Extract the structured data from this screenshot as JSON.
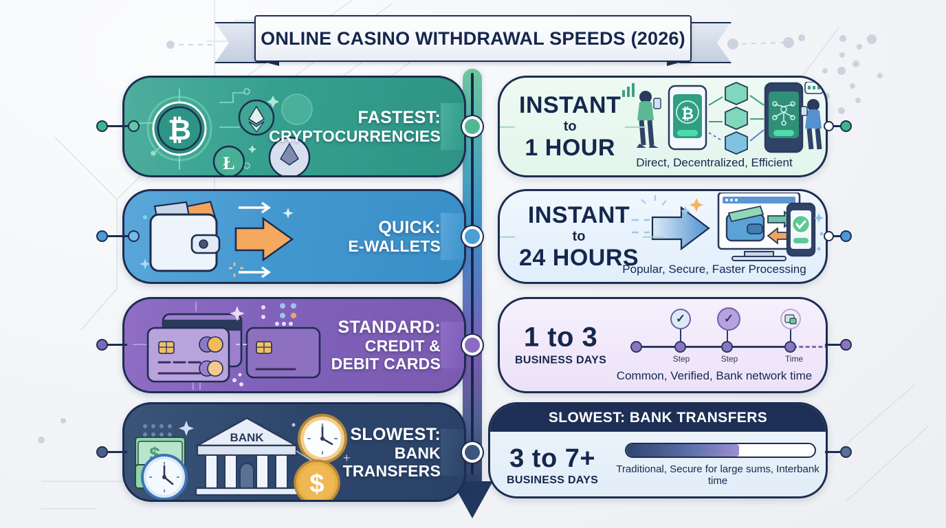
{
  "title": "ONLINE CASINO WITHDRAWAL SPEEDS (2026)",
  "colors": {
    "row1": "#2e9485",
    "row1_light": "#4fae9e",
    "row2": "#3a8fc8",
    "row2_light": "#5ba7da",
    "row3": "#7b5bb0",
    "row3_light": "#8f6ec4",
    "row4": "#2a4168",
    "row4_light": "#3a5578",
    "ink": "#16274d",
    "card1": "#e3f5ec",
    "card2": "#e5f0fb",
    "card3": "#efe7f8",
    "card4": "#e6f0f8"
  },
  "rows": [
    {
      "rank": "FASTEST:",
      "method": "CRYPTOCURRENCIES",
      "method_line2": "",
      "duration_big": "INSTANT",
      "duration_join": "to",
      "duration_sub": "1 HOUR",
      "caption": "Direct, Decentralized, Efficient",
      "icons": [
        "bitcoin-icon",
        "ethereum-icon",
        "litecoin-icon",
        "coin-icon"
      ],
      "right_icons": [
        "person-icon",
        "smartphone-bitcoin-icon",
        "blockchain-cube-icon",
        "smartphone-network-icon",
        "person-chat-icon"
      ]
    },
    {
      "rank": "QUICK:",
      "method": "E-WALLETS",
      "method_line2": "",
      "duration_big": "INSTANT",
      "duration_join": "to",
      "duration_sub": "24 HOURS",
      "caption": "Popular, Secure, Faster Processing",
      "icons": [
        "wallet-icon",
        "orange-arrow-icon"
      ],
      "right_icons": [
        "blue-arrow-icon",
        "desktop-monitor-icon",
        "wallet-icon",
        "smartphone-check-icon"
      ]
    },
    {
      "rank": "STANDARD:",
      "method": "CREDIT &",
      "method_line2": "DEBIT CARDS",
      "duration_big": "1 to 3",
      "duration_join": "",
      "duration_sub": "BUSINESS DAYS",
      "caption": "Common, Verified, Bank network time",
      "icons": [
        "credit-card-icon",
        "debit-card-icon",
        "chip-icon"
      ],
      "right_icons": [
        "check-circle-icon",
        "check-circle-filled-icon",
        "bank-transfer-icon"
      ],
      "timeline_labels": [
        "Step",
        "Step",
        "Time"
      ]
    },
    {
      "rank": "SLOWEST:",
      "method": "BANK",
      "method_line2": "TRANSFERS",
      "header": "SLOWEST: BANK TRANSFERS",
      "duration_big": "3 to 7+",
      "duration_join": "",
      "duration_sub": "BUSINESS DAYS",
      "caption": "Traditional, Secure for large sums, Interbank time",
      "bank_label": "BANK",
      "progress_percent": 60,
      "icons": [
        "bank-building-icon",
        "clock-icon",
        "money-icon",
        "dollar-coin-icon"
      ]
    }
  ]
}
